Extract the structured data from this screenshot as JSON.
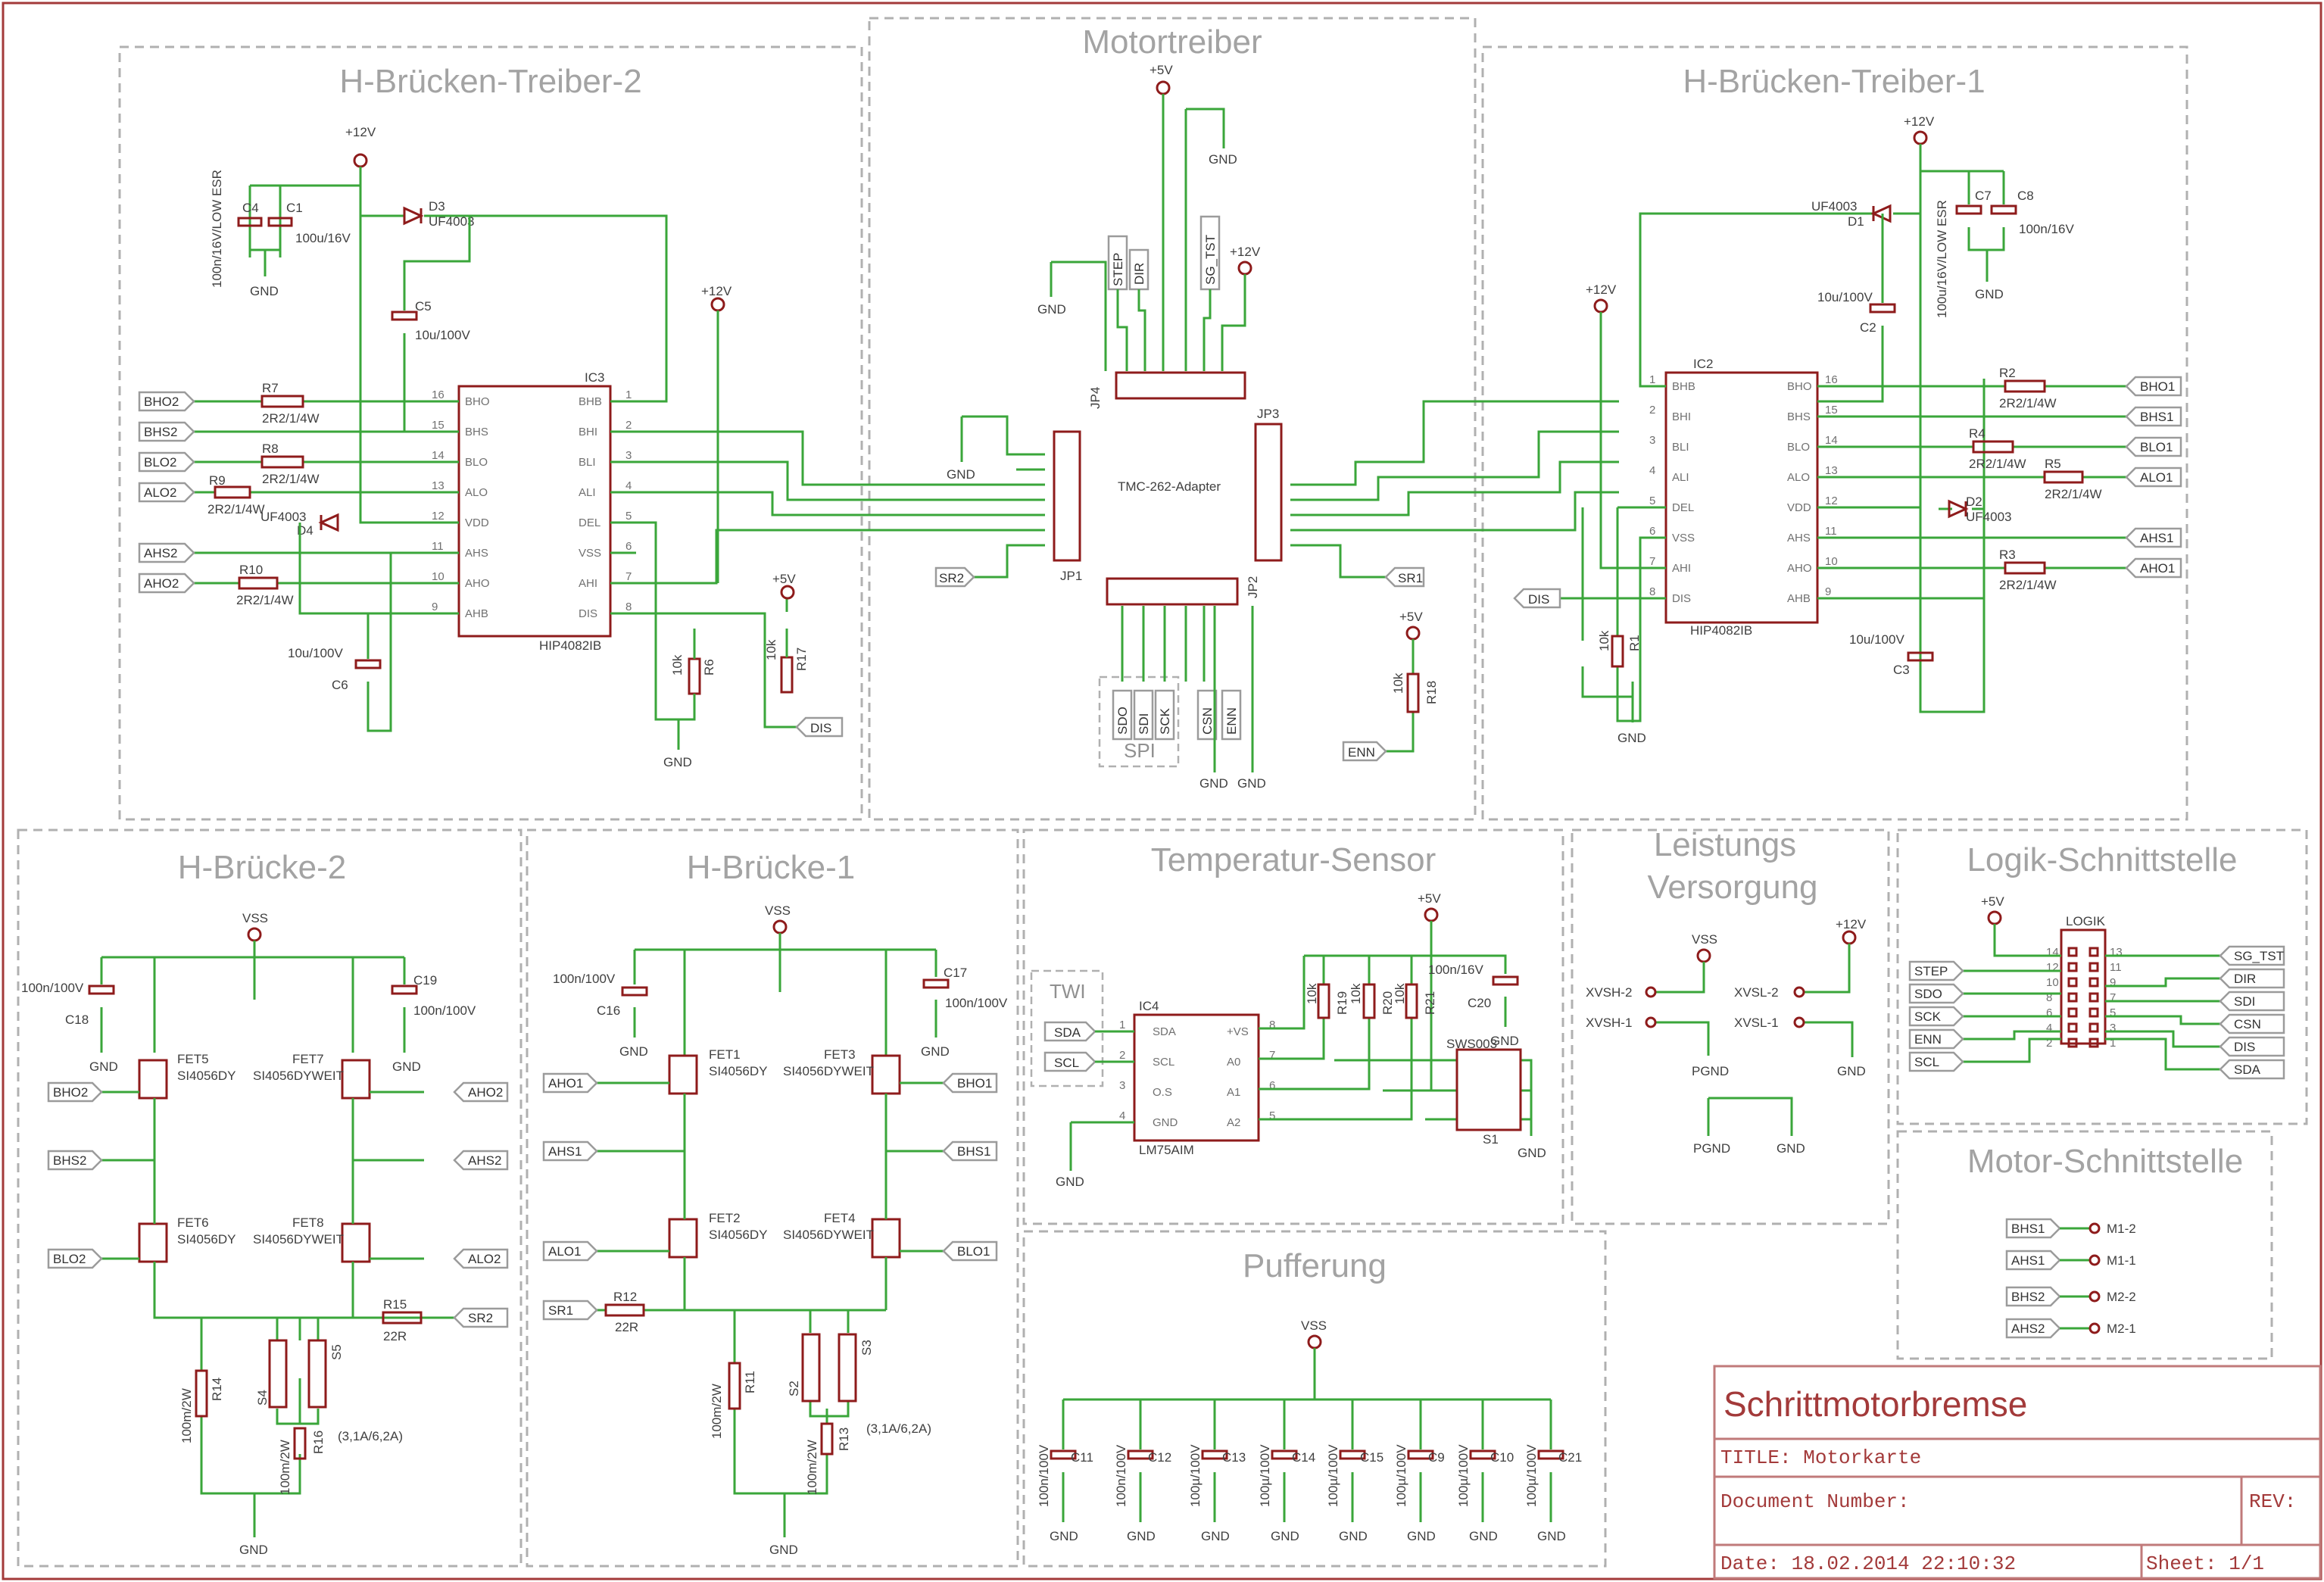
{
  "sections": {
    "motortreiber": "Motortreiber",
    "hbt2": "H-Brücken-Treiber-2",
    "hbt1": "H-Brücken-Treiber-1",
    "hb2": "H-Brücke-2",
    "hb1": "H-Brücke-1",
    "temp": "Temperatur-Sensor",
    "leistung_1": "Leistungs",
    "leistung_2": "Versorgung",
    "logik": "Logik-Schnittstelle",
    "motor": "Motor-Schnittstelle",
    "pufferung": "Pufferung"
  },
  "title_block": {
    "name": "Schrittmotorbremse",
    "title": "TITLE:  Motorkarte",
    "docnum": "Document Number:",
    "rev": "REV:",
    "date": "Date: 18.02.2014 22:10:32",
    "sheet": "Sheet: 1/1"
  },
  "supply": {
    "p12": "+12V",
    "p5": "+5V",
    "gnd": "GND",
    "vss": "VSS",
    "pgnd": "PGND"
  },
  "ic": {
    "hip": "HIP4082IB",
    "ic2": "IC2",
    "ic3": "IC3",
    "ic4": "IC4",
    "lm75": "LM75AIM",
    "tmc": "TMC-262-Adapter",
    "logik": "LOGIK",
    "sws": "SWS003",
    "s1": "S1",
    "hip_left_pins": [
      "BHB",
      "BHI",
      "BLI",
      "ALI",
      "DEL",
      "VSS",
      "AHI",
      "DIS"
    ],
    "hip_right_pins": [
      "BHO",
      "BHS",
      "BLO",
      "ALO",
      "VDD",
      "AHS",
      "AHO",
      "AHB"
    ],
    "hip_left_nums": [
      "1",
      "2",
      "3",
      "4",
      "5",
      "6",
      "7",
      "8"
    ],
    "hip_right_nums": [
      "16",
      "15",
      "14",
      "13",
      "12",
      "11",
      "10",
      "9"
    ],
    "lm75_left": [
      "SDA",
      "SCL",
      "O.S",
      "GND"
    ],
    "lm75_right": [
      "+VS",
      "A0",
      "A1",
      "A2"
    ],
    "lm75_left_nums": [
      "1",
      "2",
      "3",
      "4"
    ],
    "lm75_right_nums": [
      "8",
      "7",
      "6",
      "5"
    ]
  },
  "hbt2_parts": {
    "c4": "C4",
    "c1": "C1",
    "c1v": "100u/16V",
    "esr": "100n/16V/LOW ESR",
    "d3": "D3",
    "d3v": "UF4003",
    "c5": "C5",
    "c5v": "10u/100V",
    "r7": "R7",
    "r8": "R8",
    "r9": "R9",
    "r10": "R10",
    "rv": "2R2/1/4W",
    "d4": "D4",
    "d4v": "UF4003",
    "c6": "C6",
    "c6v": "10u/100V",
    "r6": "R6",
    "r17": "R17",
    "r10k": "10k"
  },
  "hbt1_parts": {
    "c7": "C7",
    "c8": "C8",
    "c8v": "100n/16V",
    "c7v": "100u/16V/LOW ESR",
    "d1": "D1",
    "d1v": "UF4003",
    "c2": "C2",
    "c2v": "10u/100V",
    "r2": "R2",
    "r4": "R4",
    "r5": "R5",
    "r3": "R3",
    "rv": "2R2/1/4W",
    "d2": "D2",
    "d2v": "UF4003",
    "c3": "C3",
    "c3v": "10u/100V",
    "r1": "R1",
    "r10k": "10k"
  },
  "mt_parts": {
    "jp4": "JP4",
    "jp1": "JP1",
    "jp2": "JP2",
    "jp3": "JP3",
    "r18": "R18",
    "r10k": "10k",
    "spi": "SPI",
    "jp4_labels": [
      "STEP",
      "DIR",
      "SG_TST"
    ],
    "jp2_labels": [
      "SDO",
      "SDI",
      "SCK",
      "CSN",
      "ENN"
    ]
  },
  "ports_left_hbt2": [
    "BHO2",
    "BHS2",
    "BLO2",
    "ALO2",
    "AHS2",
    "AHO2"
  ],
  "ports_right_hbt1": [
    "BHO1",
    "BHS1",
    "BLO1",
    "ALO1",
    "AHS1",
    "AHO1"
  ],
  "ports_misc": {
    "sr2": "SR2",
    "sr1": "SR1",
    "dis": "DIS",
    "enn": "ENN",
    "sda": "SDA",
    "scl": "SCL",
    "twi": "TWI"
  },
  "hb2_ports_left": [
    "BHO2",
    "BHS2",
    "BLO2"
  ],
  "hb2_ports_right": [
    "AHO2",
    "AHS2",
    "ALO2",
    "SR2"
  ],
  "hb1_ports_left": [
    "AHO1",
    "AHS1",
    "ALO1",
    "SR1"
  ],
  "hb1_ports_right": [
    "BHO1",
    "BHS1",
    "BLO1"
  ],
  "hb_parts": {
    "fet5": "FET5",
    "fet7": "FET7",
    "fet6": "FET6",
    "fet8": "FET8",
    "fet1": "FET1",
    "fet3": "FET3",
    "fet2": "FET2",
    "fet4": "FET4",
    "fetv": "SI4056DY",
    "fetv2": "SI4056DYWEIT",
    "c18": "C18",
    "c19": "C19",
    "c16": "C16",
    "c17": "C17",
    "cv": "100n/100V",
    "r14": "R14",
    "r16": "R16",
    "r15": "R15",
    "r15v": "22R",
    "r11": "R11",
    "r13": "R13",
    "r12": "R12",
    "r12v": "22R",
    "r100m": "100m/2W",
    "s4": "S4",
    "s5": "S5",
    "s2": "S2",
    "s3": "S3",
    "fuse": "(3,1A/6,2A)"
  },
  "temp_parts": {
    "r19": "R19",
    "r20": "R20",
    "r21": "R21",
    "c20": "C20",
    "c20v": "100n/16V",
    "r10k": "10k"
  },
  "leistung_parts": {
    "xvsh2": "XVSH-2",
    "xvsh1": "XVSH-1",
    "xvsl2": "XVSL-2",
    "xvsl1": "XVSL-1"
  },
  "logik_ports_left": [
    "STEP",
    "SDO",
    "SCK",
    "ENN",
    "SCL"
  ],
  "logik_ports_right": [
    "SG_TST",
    "DIR",
    "SDI",
    "CSN",
    "DIS",
    "SDA"
  ],
  "logik_pins_left": [
    "14",
    "12",
    "10",
    "8",
    "6",
    "4",
    "2"
  ],
  "logik_pins_right": [
    "13",
    "11",
    "9",
    "7",
    "5",
    "3",
    "1"
  ],
  "motor_ports": [
    "BHS1",
    "AHS1",
    "BHS2",
    "AHS2"
  ],
  "motor_pins": [
    "M1-2",
    "M1-1",
    "M2-2",
    "M2-1"
  ],
  "puffer_caps": [
    {
      "name": "C11",
      "value": "100n/100V"
    },
    {
      "name": "C12",
      "value": "100n/100V"
    },
    {
      "name": "C13",
      "value": "100µ/100V"
    },
    {
      "name": "C14",
      "value": "100µ/100V"
    },
    {
      "name": "C15",
      "value": "100µ/100V"
    },
    {
      "name": "C9",
      "value": "100µ/100V"
    },
    {
      "name": "C10",
      "value": "100µ/100V"
    },
    {
      "name": "C21",
      "value": "100µ/100V"
    }
  ]
}
